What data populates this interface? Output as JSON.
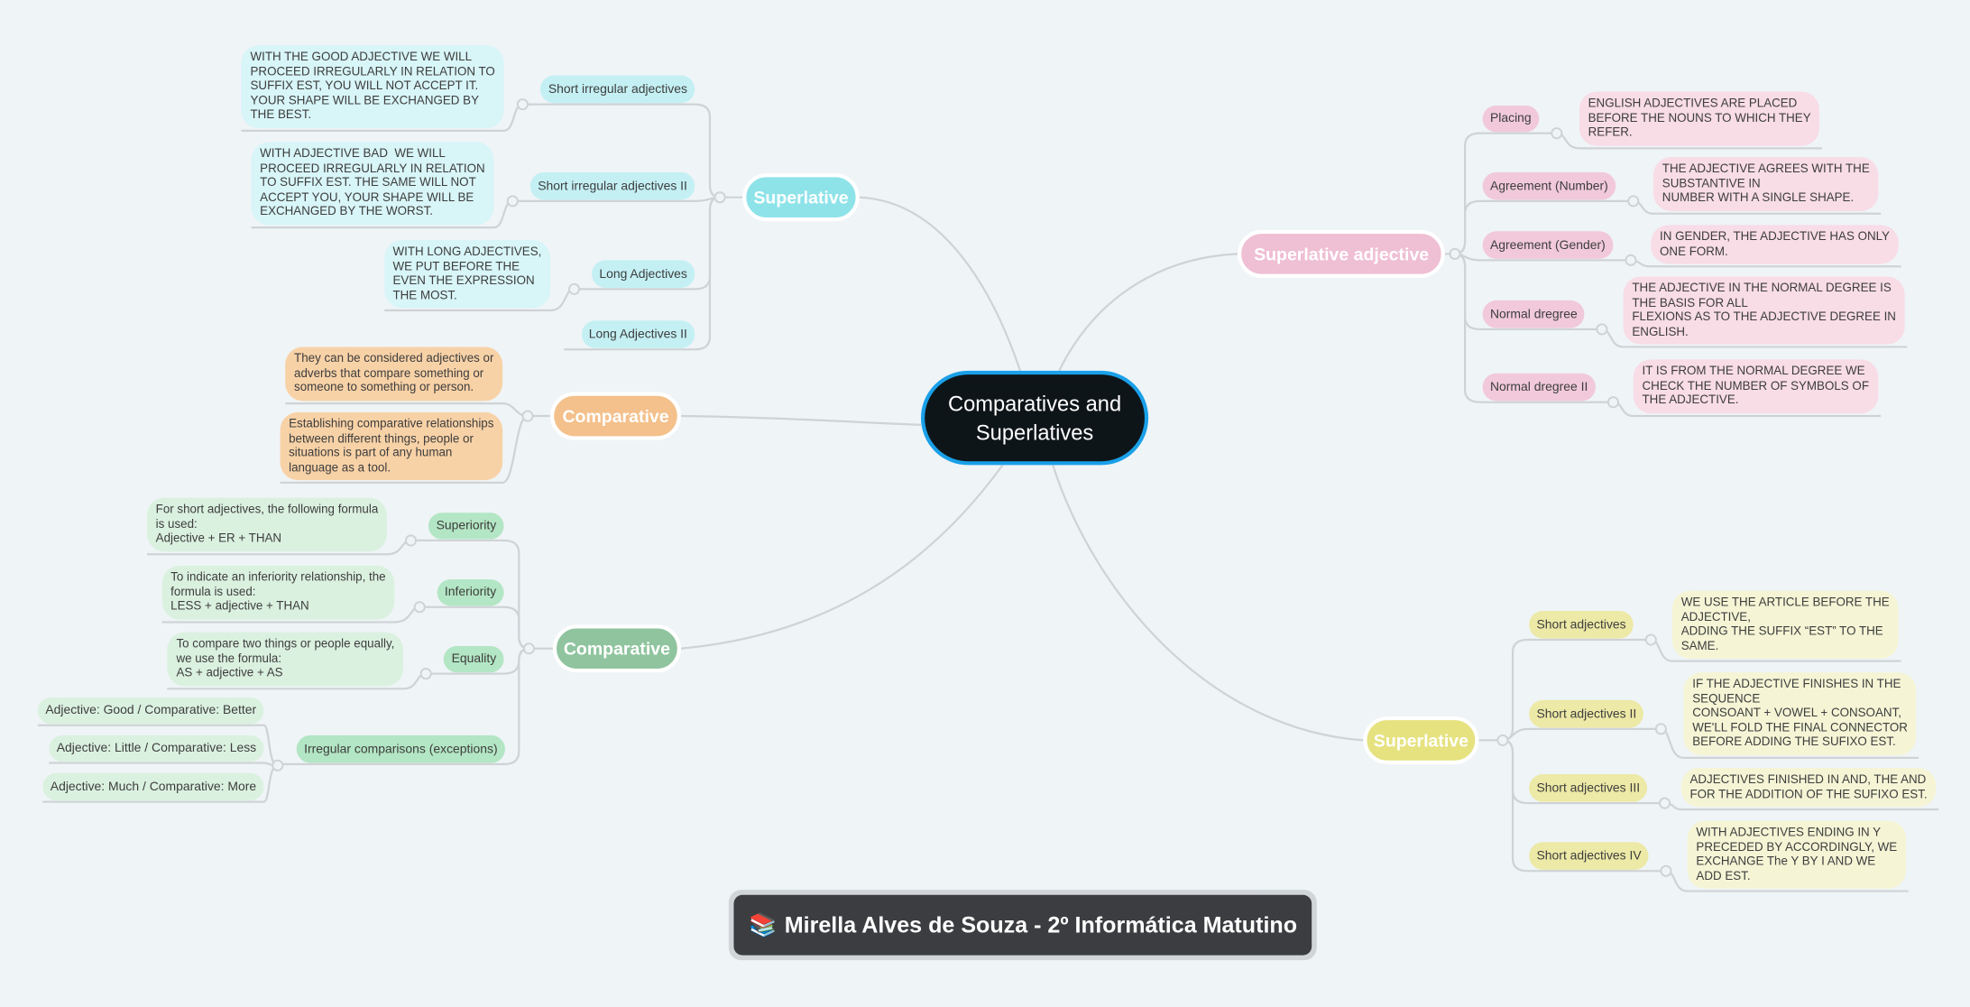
{
  "central": {
    "title": "Comparatives and\nSuperlatives"
  },
  "superlative_left": {
    "label": "Superlative",
    "items": [
      {
        "label": "Short irregular adjectives",
        "note": "WITH THE GOOD ADJECTIVE WE WILL\nPROCEED IRREGULARLY IN RELATION TO\nSUFFIX EST, YOU WILL NOT ACCEPT IT.\nYOUR SHAPE WILL BE EXCHANGED BY\nTHE BEST."
      },
      {
        "label": "Short irregular adjectives II",
        "note": "WITH ADJECTIVE BAD  WE WILL\nPROCEED IRREGULARLY IN RELATION\nTO SUFFIX EST. THE SAME WILL NOT\nACCEPT YOU, YOUR SHAPE WILL BE\nEXCHANGED BY THE WORST."
      },
      {
        "label": "Long Adjectives",
        "note": "WITH LONG ADJECTIVES,\nWE PUT BEFORE THE\nEVEN THE EXPRESSION\nTHE MOST."
      },
      {
        "label": "Long Adjectives II"
      }
    ]
  },
  "comparative_orange": {
    "label": "Comparative",
    "notes": [
      "They can be considered adjectives or\nadverbs that compare something or\nsomeone to something or person.",
      "Establishing comparative relationships\nbetween different things, people or\nsituations is part of any human\nlanguage as a tool."
    ]
  },
  "comparative_green": {
    "label": "Comparative",
    "items": [
      {
        "label": "Superiority",
        "note": "For short adjectives, the following formula\nis used:\nAdjective + ER + THAN"
      },
      {
        "label": "Inferiority",
        "note": "To indicate an inferiority relationship, the\nformula is used:\nLESS + adjective + THAN"
      },
      {
        "label": "Equality",
        "note": "To compare two things or people equally,\nwe use the formula:\nAS + adjective + AS"
      },
      {
        "label": "Irregular comparisons (exceptions)",
        "children": [
          "Adjective: Good /  Comparative: Better",
          "Adjective: Little /  Comparative: Less",
          "Adjective: Much /  Comparative: More"
        ]
      }
    ]
  },
  "superlative_adjective": {
    "label": "Superlative adjective",
    "items": [
      {
        "label": "Placing",
        "note": "ENGLISH ADJECTIVES ARE PLACED\nBEFORE THE NOUNS TO WHICH THEY\nREFER."
      },
      {
        "label": "Agreement (Number)",
        "note": "THE ADJECTIVE AGREES WITH THE\nSUBSTANTIVE IN\nNUMBER WITH A SINGLE SHAPE."
      },
      {
        "label": "Agreement (Gender)",
        "note": "IN GENDER, THE ADJECTIVE HAS ONLY\nONE FORM."
      },
      {
        "label": "Normal dregree",
        "note": "THE ADJECTIVE IN THE NORMAL DEGREE IS\nTHE BASIS FOR ALL\nFLEXIONS AS TO THE ADJECTIVE DEGREE IN\nENGLISH."
      },
      {
        "label": "Normal dregree II",
        "note": "IT IS FROM THE NORMAL DEGREE WE\nCHECK THE NUMBER OF SYMBOLS OF\nTHE ADJECTIVE."
      }
    ]
  },
  "superlative_right": {
    "label": "Superlative",
    "items": [
      {
        "label": "Short adjectives",
        "note": "WE USE THE ARTICLE BEFORE THE\nADJECTIVE,\nADDING THE SUFFIX “EST” TO THE\nSAME."
      },
      {
        "label": "Short adjectives II",
        "note": "IF THE ADJECTIVE FINISHES IN THE\nSEQUENCE\nCONSOANT + VOWEL + CONSOANT,\nWE'LL FOLD THE FINAL CONNECTOR\nBEFORE ADDING THE SUFIXO EST."
      },
      {
        "label": "Short adjectives III",
        "note": "ADJECTIVES FINISHED IN AND, THE AND\nFOR THE ADDITION OF THE SUFIXO EST."
      },
      {
        "label": "Short adjectives IV",
        "note": "WITH ADJECTIVES ENDING IN Y\nPRECEDED BY ACCORDINGLY, WE\nEXCHANGE The Y BY I AND WE\nADD EST."
      }
    ]
  },
  "footer": {
    "icon": "books-icon",
    "title": "Mirella Alves de Souza - 2º Informática Matutino"
  },
  "colors": {
    "central_border": "#1aa0e8",
    "cyan": "#8ee3e9",
    "orange": "#f4c08b",
    "green": "#8fc49e",
    "pink": "#efbfd3",
    "yellow": "#e6e27f"
  }
}
